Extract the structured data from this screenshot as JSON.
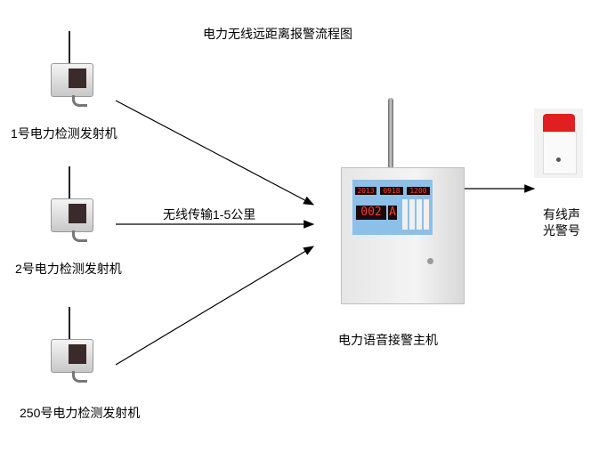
{
  "title": "电力无线远距离报警流程图",
  "transmitters": [
    {
      "label": "1号电力检测发射机"
    },
    {
      "label": "2号电力检测发射机"
    },
    {
      "label": "250号电力检测发射机"
    }
  ],
  "link_label": "无线传输1-5公里",
  "host": {
    "label": "电力语音接警主机",
    "display": {
      "date1": "2013",
      "date2": "0918",
      "time": "1200",
      "zone": "002",
      "mode": "A"
    }
  },
  "alarm": {
    "line1": "有线声",
    "line2": "光警号"
  }
}
